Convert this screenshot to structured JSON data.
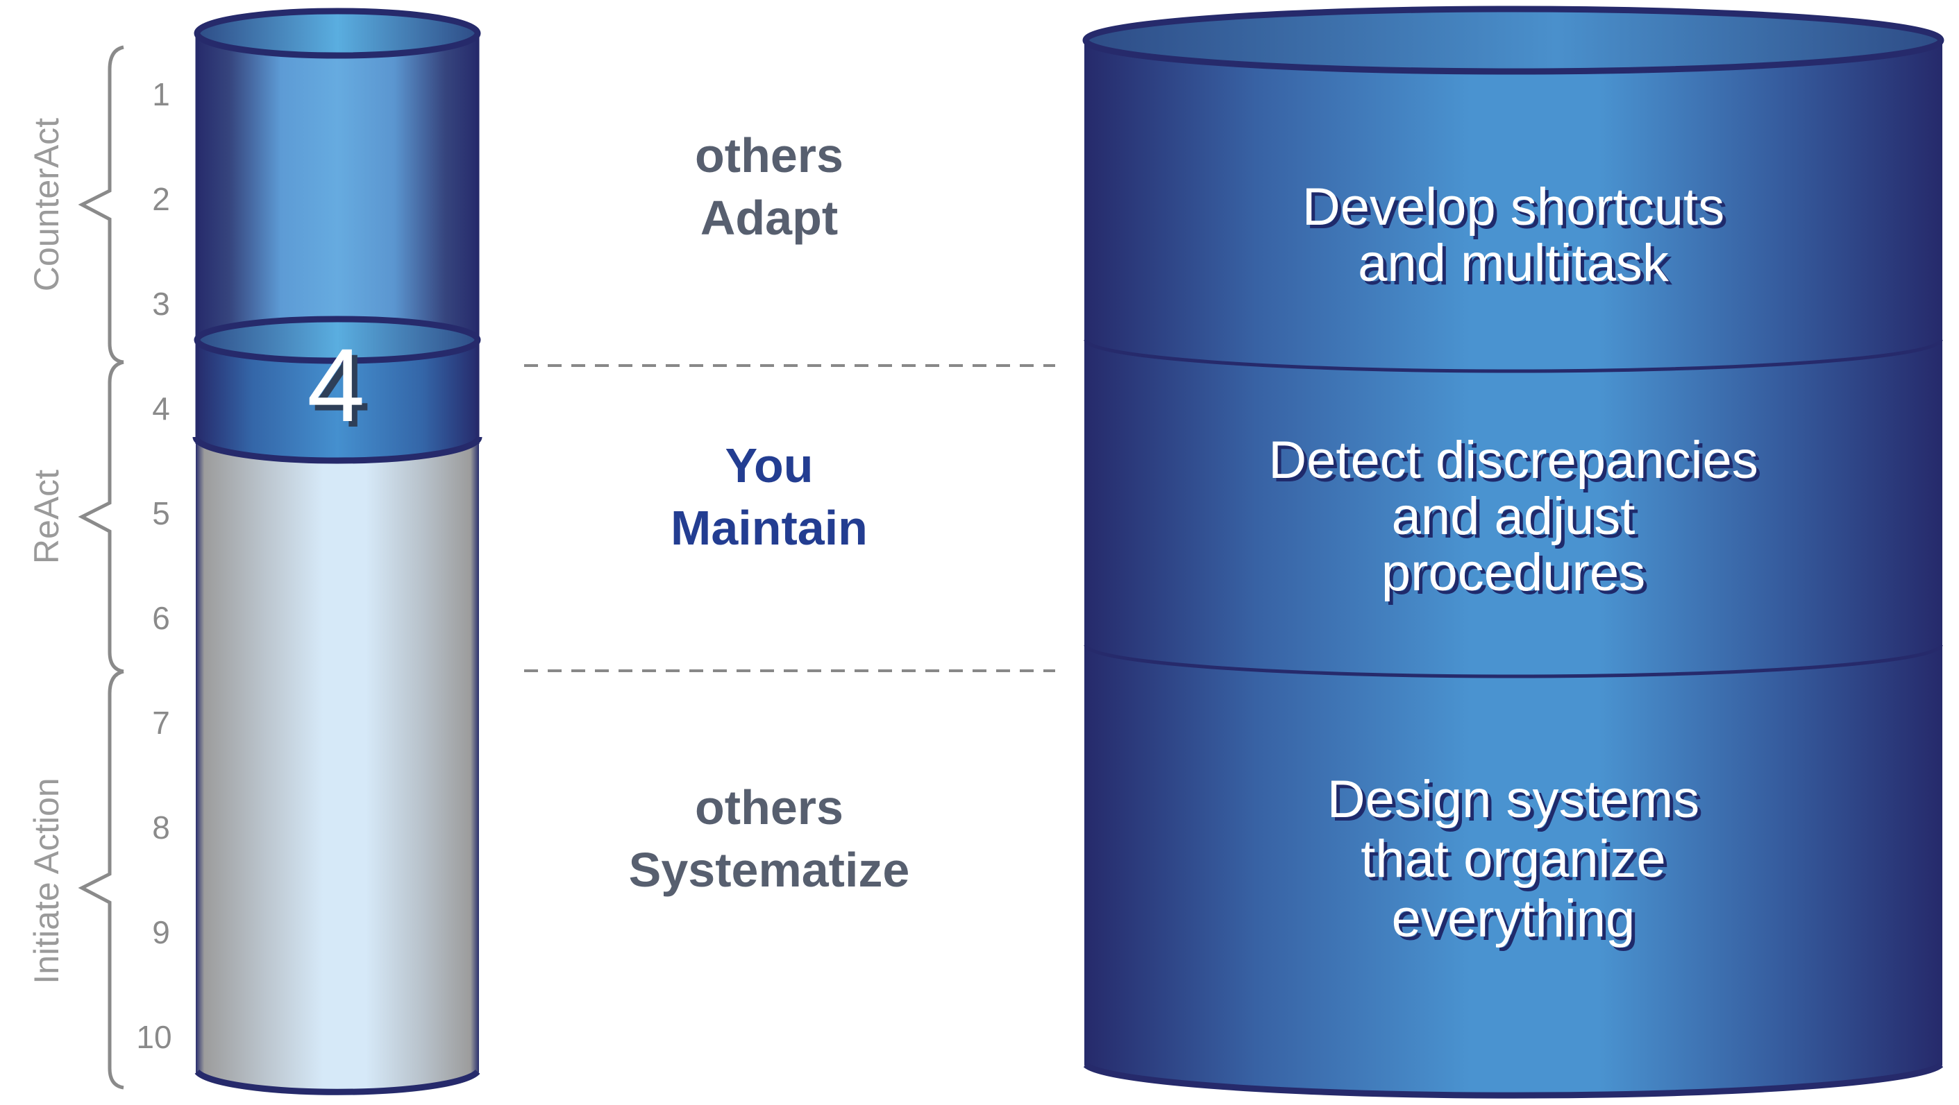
{
  "scale": {
    "levels": [
      "1",
      "2",
      "3",
      "4",
      "5",
      "6",
      "7",
      "8",
      "9",
      "10"
    ],
    "current_level": 4,
    "current_level_label": "4",
    "groups": [
      {
        "label": "CounterAct",
        "levels": [
          1,
          3
        ]
      },
      {
        "label": "ReAct",
        "levels": [
          4,
          6
        ]
      },
      {
        "label": "Initiate Action",
        "levels": [
          7,
          10
        ]
      }
    ]
  },
  "middle": {
    "top": {
      "line1": "others",
      "line2": "Adapt"
    },
    "center": {
      "line1": "You",
      "line2": "Maintain"
    },
    "bottom": {
      "line1": "others",
      "line2": "Systematize"
    }
  },
  "right_cylinder": {
    "sections": [
      {
        "lines": [
          "Develop shortcuts",
          "and multitask"
        ]
      },
      {
        "lines": [
          "Detect discrepancies",
          "and adjust",
          "procedures"
        ]
      },
      {
        "lines": [
          "Design systems",
          "that organize",
          "everything"
        ]
      }
    ]
  },
  "colors": {
    "cylinder_dark": "#262a6b",
    "cylinder_light": "#4a93d0",
    "gauge_empty_light": "#d6e9f8",
    "gauge_empty_gray": "#9a9a9a",
    "you_text": "#233d91",
    "others_text": "#575f6f",
    "label_gray": "#8a8a8a"
  }
}
